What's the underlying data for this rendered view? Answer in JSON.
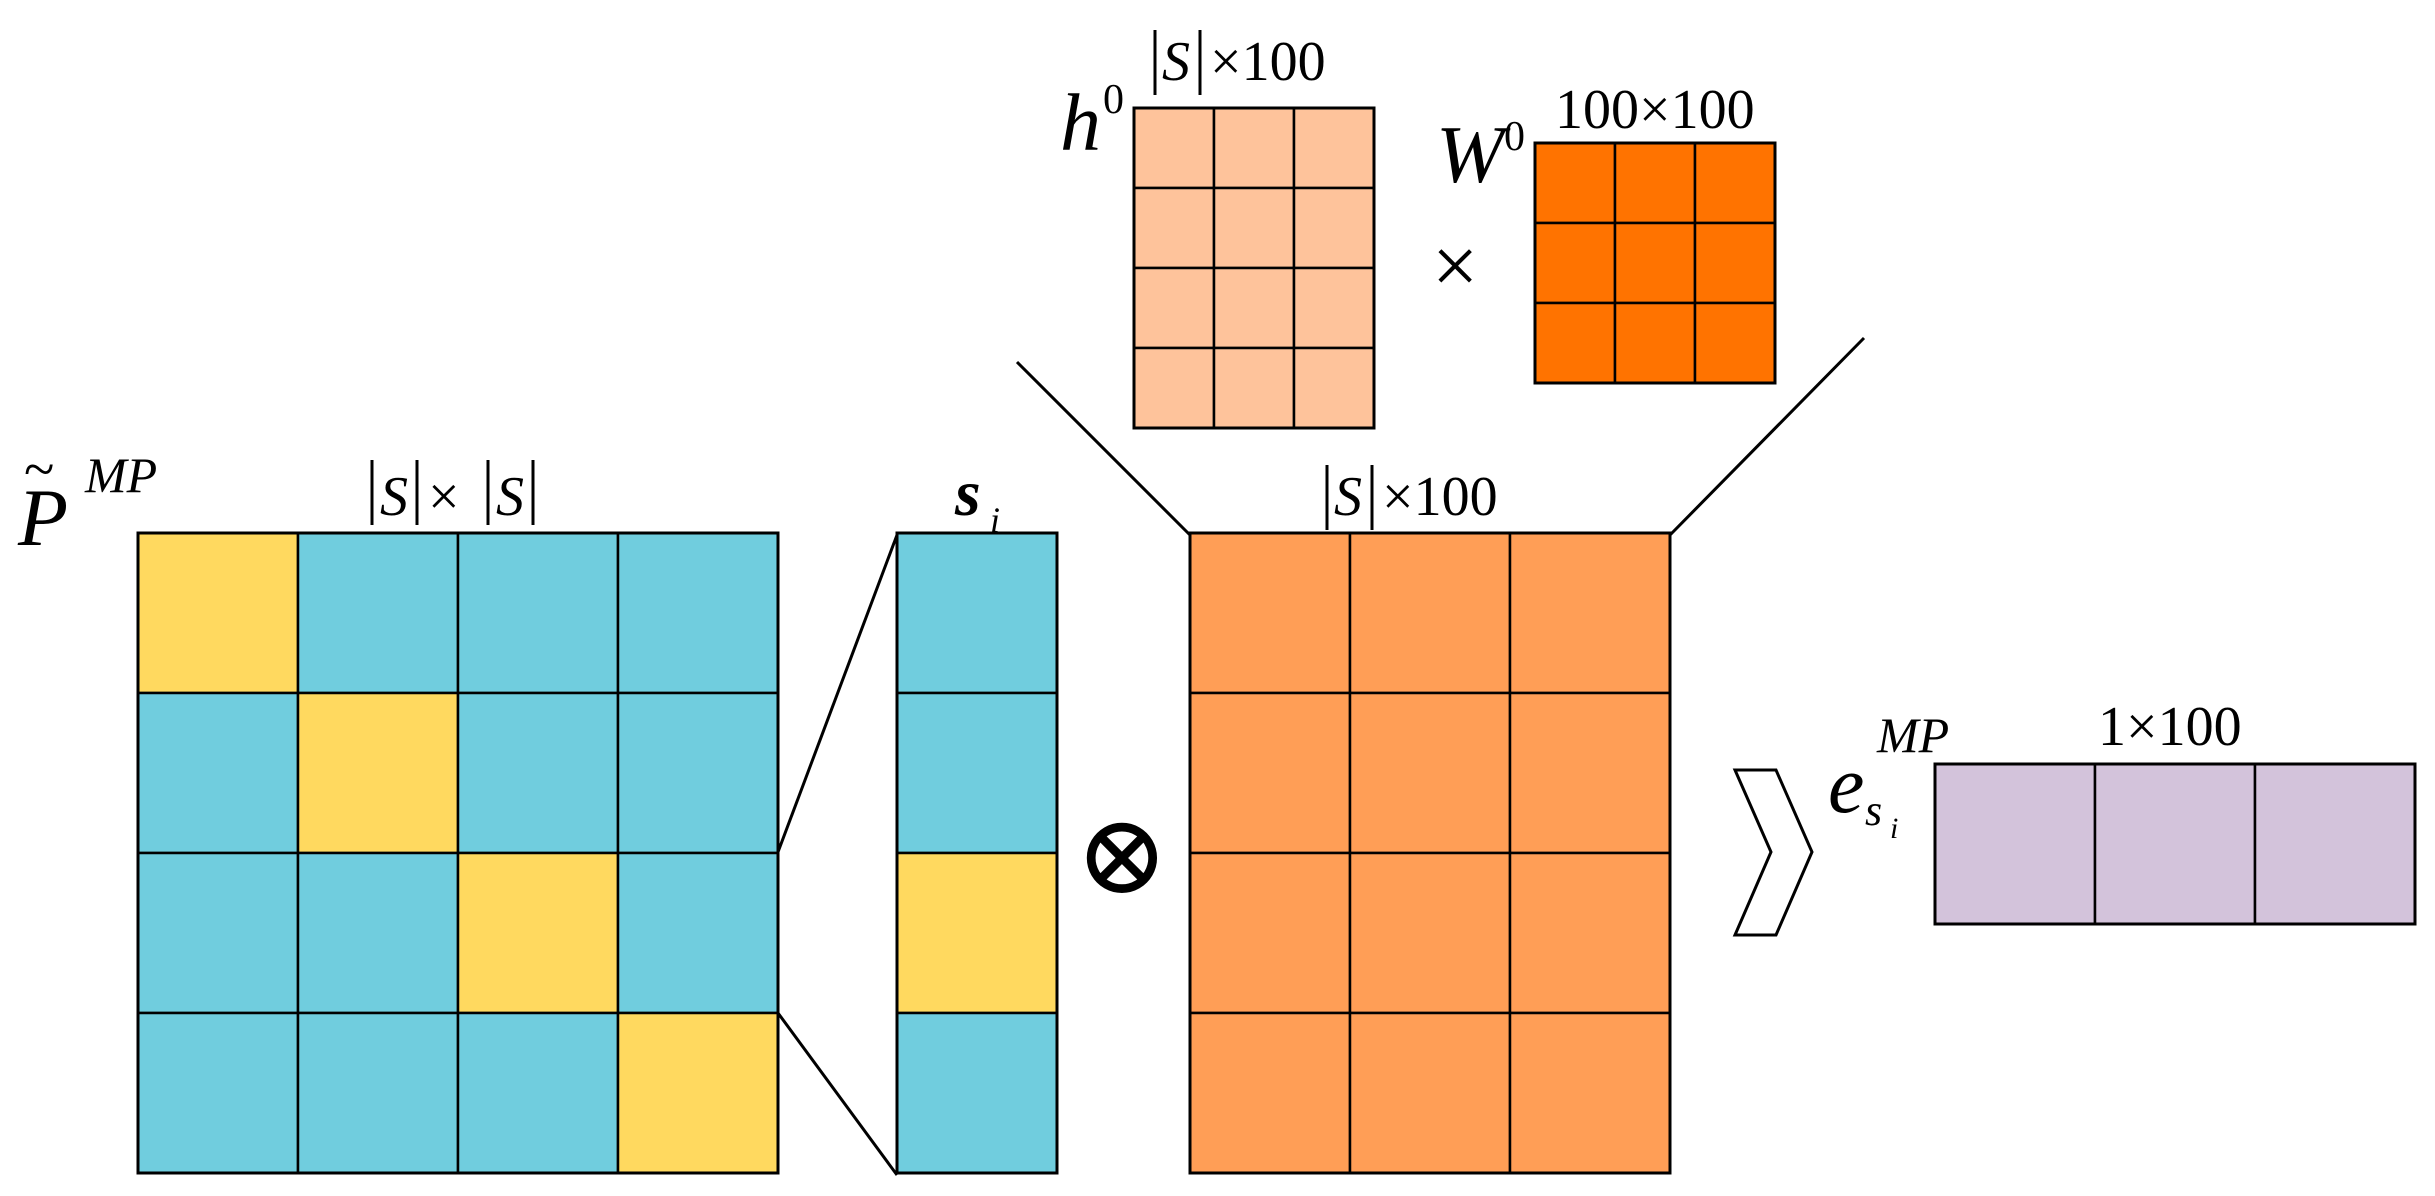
{
  "colors": {
    "yellow": "#FFD95F",
    "teal": "#70CDDE",
    "orange_light": "#FEC39B",
    "orange_dark": "#FF7300",
    "orange_mid": "#FF9E56",
    "lavender": "#D3C3DB",
    "stroke": "#000000"
  },
  "labels": {
    "p_symbol": "P",
    "p_tilde": "~",
    "p_sup": "MP",
    "p_dim_s1": "S",
    "p_dim_times": "×",
    "p_dim_s2": "S",
    "si_base": "s",
    "si_sub": "i",
    "h_base": "h",
    "h_sup": "0",
    "h_dim_s": "S",
    "h_dim_rest": "×100",
    "w_base": "W",
    "w_sup": "0",
    "w_dim": "100×100",
    "mult_times": "×",
    "big_dim_s": "S",
    "big_dim_rest": "×100",
    "otimes": "⊗",
    "e_base": "e",
    "e_sup": "MP",
    "e_sub_s": "s",
    "e_sub_i": "i",
    "e_dim": "1×100"
  },
  "matrices": {
    "p": {
      "rows": 4,
      "cols": 4,
      "diagonal": "yellow",
      "fill": "teal"
    },
    "si": {
      "rows": 4,
      "cols": 1,
      "yellow_row": 2,
      "fill": "teal"
    },
    "h0": {
      "rows": 4,
      "cols": 3,
      "fill": "orange_light"
    },
    "w0": {
      "rows": 3,
      "cols": 3,
      "fill": "orange_dark"
    },
    "big": {
      "rows": 4,
      "cols": 3,
      "fill": "orange_mid"
    },
    "e": {
      "rows": 1,
      "cols": 3,
      "fill": "lavender"
    }
  }
}
